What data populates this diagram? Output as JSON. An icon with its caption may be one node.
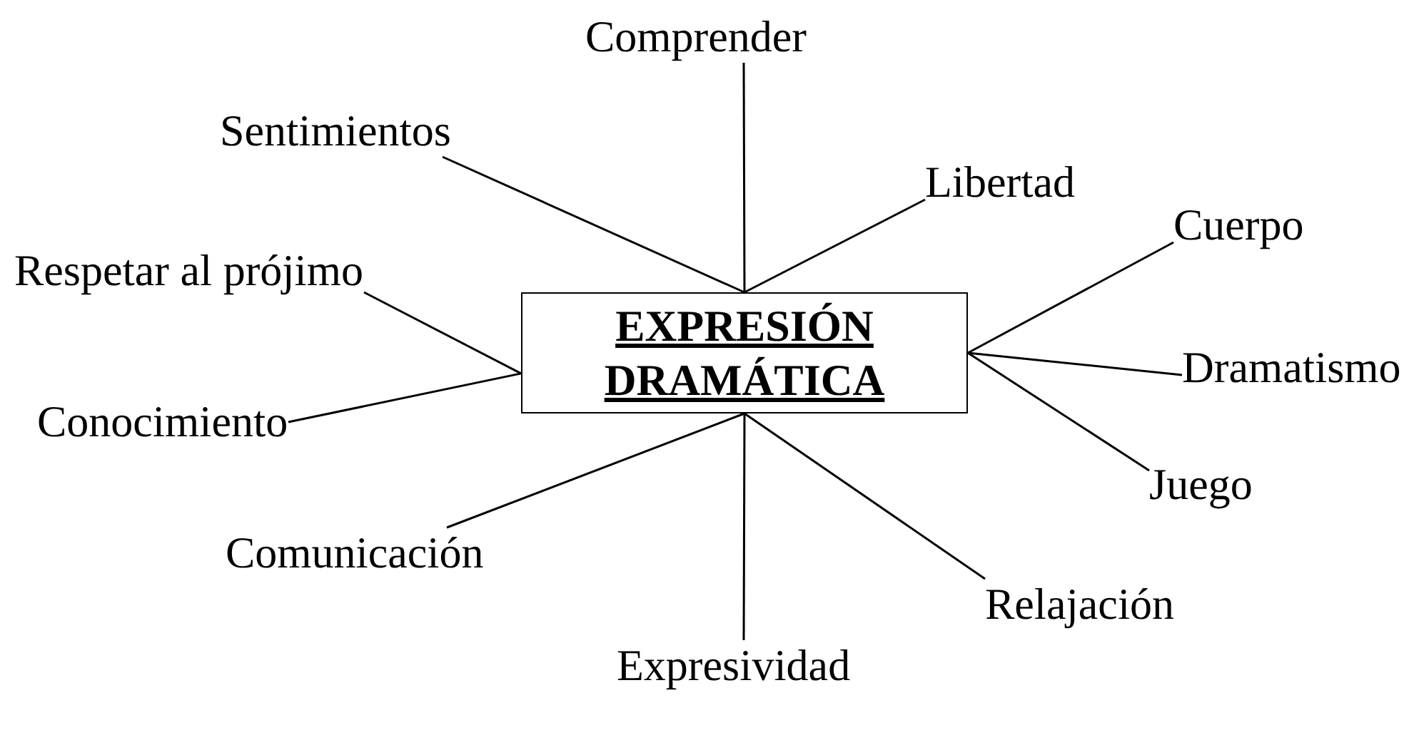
{
  "diagram": {
    "nodes": [
      {
        "text": [
          "EXPRESIÓN DRAMÁTICA"
        ]
      },
      {
        "text": [
          "Comprender"
        ]
      },
      {
        "text": [
          "Sentimientos"
        ]
      },
      {
        "text": [
          "Libertad"
        ]
      },
      {
        "text": [
          "Cuerpo"
        ]
      },
      {
        "text": [
          "Respetar al prójimo"
        ]
      },
      {
        "text": [
          "Dramatismo"
        ]
      },
      {
        "text": [
          "Conocimiento"
        ]
      },
      {
        "text": [
          "Juego"
        ]
      },
      {
        "text": [
          "Comunicación"
        ]
      },
      {
        "text": [
          "Relajación"
        ]
      },
      {
        "text": [
          "Expresividad"
        ]
      }
    ],
    "edges": [
      {
        "from": 0,
        "to": 1,
        "arrow": "none"
      },
      {
        "from": 0,
        "to": 2,
        "arrow": "none"
      },
      {
        "from": 0,
        "to": 3,
        "arrow": "none"
      },
      {
        "from": 0,
        "to": 4,
        "arrow": "none"
      },
      {
        "from": 0,
        "to": 5,
        "arrow": "none"
      },
      {
        "from": 0,
        "to": 6,
        "arrow": "none"
      },
      {
        "from": 0,
        "to": 7,
        "arrow": "none"
      },
      {
        "from": 0,
        "to": 8,
        "arrow": "none"
      },
      {
        "from": 0,
        "to": 9,
        "arrow": "none"
      },
      {
        "from": 0,
        "to": 10,
        "arrow": "none"
      },
      {
        "from": 0,
        "to": 11,
        "arrow": "none"
      }
    ]
  }
}
